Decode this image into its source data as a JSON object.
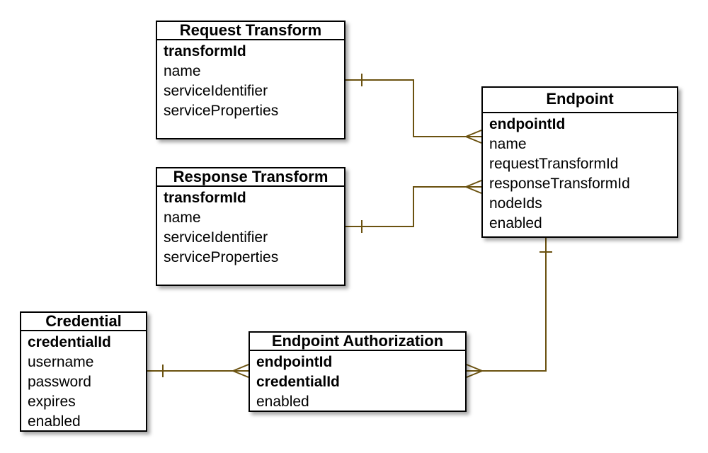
{
  "colors": {
    "connector": "#6b5210",
    "border": "#000000",
    "background": "#ffffff"
  },
  "entities": {
    "request_transform": {
      "title": "Request Transform",
      "fields": [
        {
          "label": "transformId",
          "key": true
        },
        {
          "label": "name",
          "key": false
        },
        {
          "label": "serviceIdentifier",
          "key": false
        },
        {
          "label": "serviceProperties",
          "key": false
        }
      ]
    },
    "response_transform": {
      "title": "Response Transform",
      "fields": [
        {
          "label": "transformId",
          "key": true
        },
        {
          "label": "name",
          "key": false
        },
        {
          "label": "serviceIdentifier",
          "key": false
        },
        {
          "label": "serviceProperties",
          "key": false
        }
      ]
    },
    "endpoint": {
      "title": "Endpoint",
      "fields": [
        {
          "label": "endpointId",
          "key": true
        },
        {
          "label": "name",
          "key": false
        },
        {
          "label": "requestTransformId",
          "key": false
        },
        {
          "label": "responseTransformId",
          "key": false
        },
        {
          "label": "nodeIds",
          "key": false
        },
        {
          "label": "enabled",
          "key": false
        }
      ]
    },
    "credential": {
      "title": "Credential",
      "fields": [
        {
          "label": "credentialId",
          "key": true
        },
        {
          "label": "username",
          "key": false
        },
        {
          "label": "password",
          "key": false
        },
        {
          "label": "expires",
          "key": false
        },
        {
          "label": "enabled",
          "key": false
        }
      ]
    },
    "endpoint_authorization": {
      "title": "Endpoint Authorization",
      "fields": [
        {
          "label": "endpointId",
          "key": true
        },
        {
          "label": "credentialId",
          "key": true
        },
        {
          "label": "enabled",
          "key": false
        }
      ]
    }
  },
  "relationships": [
    {
      "from": "Request Transform",
      "from_cardinality": "one",
      "to": "Endpoint",
      "to_cardinality": "many"
    },
    {
      "from": "Response Transform",
      "from_cardinality": "one",
      "to": "Endpoint",
      "to_cardinality": "many"
    },
    {
      "from": "Endpoint",
      "from_cardinality": "one",
      "to": "Endpoint Authorization",
      "to_cardinality": "many"
    },
    {
      "from": "Credential",
      "from_cardinality": "one",
      "to": "Endpoint Authorization",
      "to_cardinality": "many"
    }
  ]
}
